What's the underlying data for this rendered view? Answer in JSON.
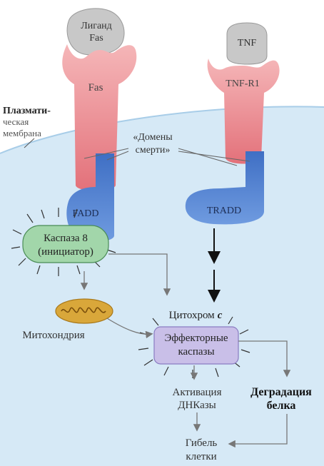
{
  "labels": {
    "ligand_fas_1": "Лиганд",
    "ligand_fas_2": "Fas",
    "fas": "Fas",
    "tnf": "TNF",
    "tnf_r1": "TNF-R1",
    "membrane_1": "Плазмати-",
    "membrane_2": "ческая",
    "membrane_3": "мембрана",
    "death_domains_1": "«Домены",
    "death_domains_2": "смерти»",
    "fadd": "FADD",
    "tradd": "TRADD",
    "caspase8_1": "Каспаза 8",
    "caspase8_2": "(инициатор)",
    "mitochondria": "Митохондрия",
    "cytochrome": "Цитохром",
    "cytochrome_c": "c",
    "effector_1": "Эффекторные",
    "effector_2": "каспазы",
    "dnase_1": "Активация",
    "dnase_2": "ДНКазы",
    "degradation_1": "Деградация",
    "degradation_2": "белка",
    "death_1": "Гибель",
    "death_2": "клетки"
  },
  "colors": {
    "cell": "#d6e9f6",
    "membrane_line": "#9fc9e6",
    "receptor": "#f2a5a8",
    "receptor_deep": "#e4787e",
    "ligand": "#c8c8c8",
    "adaptor": "#4c7fd0",
    "caspase8": "#9fd1a7",
    "effector": "#c9bfe8",
    "mitochondria": "#d9a73a",
    "arrow_grey": "#777777",
    "arrow_black": "#111111"
  }
}
